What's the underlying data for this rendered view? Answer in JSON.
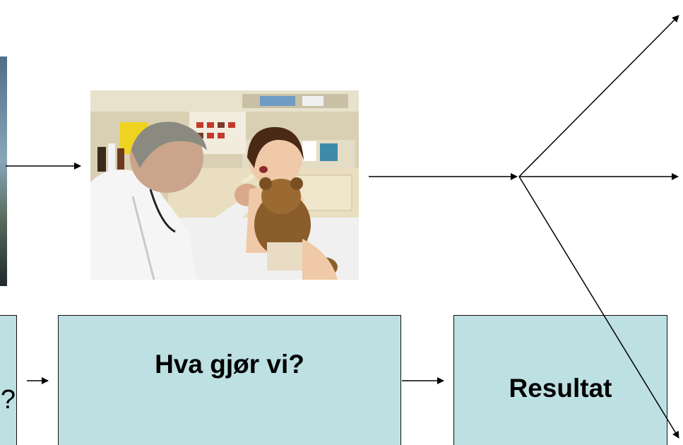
{
  "boxes": {
    "left_partial_text": "?",
    "center_label": "Hva gjør vi?",
    "right_label": "Resultat"
  },
  "photo": {
    "description_alt": "photo"
  }
}
